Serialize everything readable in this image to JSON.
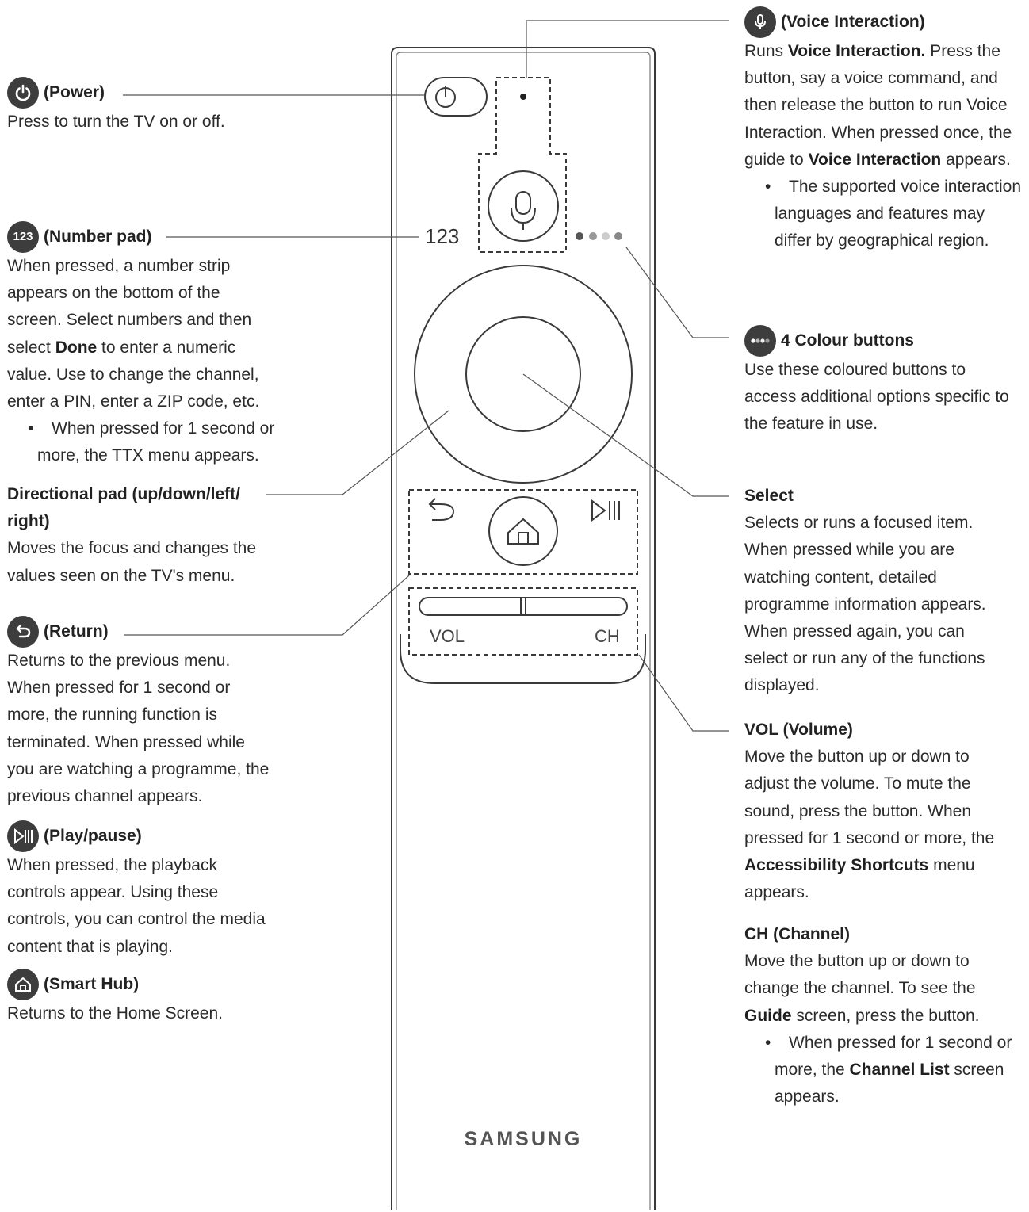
{
  "brand": "SAMSUNG",
  "remote": {
    "number_label": "123",
    "vol_label": "VOL",
    "ch_label": "CH"
  },
  "left": {
    "power": {
      "title": "(Power)",
      "icon": "power-icon",
      "lines": [
        "Press to turn the TV on or off."
      ]
    },
    "number_pad": {
      "title": "(Number pad)",
      "icon_text": "123",
      "lines": [
        "When pressed, a number strip",
        "appears on the bottom of the",
        "screen. Select numbers and then"
      ],
      "line4_pre": "select ",
      "line4_bold": "Done",
      "line4_post": " to enter a numeric",
      "lines2": [
        "value. Use to change the channel,",
        "enter a PIN, enter a ZIP code, etc."
      ],
      "bullet": [
        "When pressed for 1 second or",
        "more, the TTX menu appears."
      ]
    },
    "dpad": {
      "title": [
        "Directional pad (up/down/left/",
        "right)"
      ],
      "lines": [
        "Moves the focus and changes the",
        "values seen on the TV's menu."
      ]
    },
    "return": {
      "title": "(Return)",
      "icon": "return-icon",
      "lines": [
        "Returns to the previous menu.",
        "When pressed for 1 second or",
        "more, the running function is",
        "terminated. When pressed while",
        "you are watching a programme, the",
        "previous channel appears."
      ]
    },
    "play": {
      "title": "(Play/pause)",
      "icon": "play-pause-icon",
      "lines": [
        "When pressed, the playback",
        "controls appear. Using these",
        "controls, you can control the media",
        "content that is playing."
      ]
    },
    "hub": {
      "title": "(Smart Hub)",
      "icon": "home-icon",
      "lines": [
        "Returns to the Home Screen."
      ]
    }
  },
  "right": {
    "voice": {
      "title": "(Voice Interaction)",
      "icon": "microphone-icon",
      "l1_pre": "Runs ",
      "l1_bold": "Voice Interaction.",
      "l1_post": " Press the",
      "lines": [
        "button, say a voice command, and",
        "then release the button to run Voice",
        "Interaction. When pressed once, the"
      ],
      "l5_pre": "guide to ",
      "l5_bold": "Voice Interaction",
      "l5_post": " appears.",
      "bullet": [
        "The supported voice interaction",
        "languages and features may",
        "differ by geographical region."
      ]
    },
    "colour": {
      "title": "4 Colour buttons",
      "icon": "colour-dots-icon",
      "lines": [
        "Use these coloured buttons to",
        "access additional options specific to",
        "the feature in use."
      ]
    },
    "select": {
      "title": "Select",
      "lines": [
        "Selects or runs a focused item.",
        "When pressed while you are",
        "watching content, detailed",
        "programme information appears.",
        "When pressed again, you can",
        "select or run any of the functions",
        "displayed."
      ]
    },
    "vol": {
      "title": "VOL (Volume)",
      "lines": [
        "Move the button up or down to",
        "adjust the volume. To mute the",
        "sound, press the button. When",
        "pressed for 1 second or more, the"
      ],
      "l5_bold": "Accessibility Shortcuts",
      "l5_post": " menu",
      "l6": "appears."
    },
    "ch": {
      "title": "CH (Channel)",
      "lines": [
        "Move the button up or down to",
        "change the channel. To see the"
      ],
      "l3_bold": "Guide",
      "l3_post": " screen, press the button.",
      "b1": "When pressed for 1 second or",
      "b2_pre": "more, the ",
      "b2_bold": "Channel List",
      "b2_post": " screen",
      "b3": "appears."
    }
  }
}
